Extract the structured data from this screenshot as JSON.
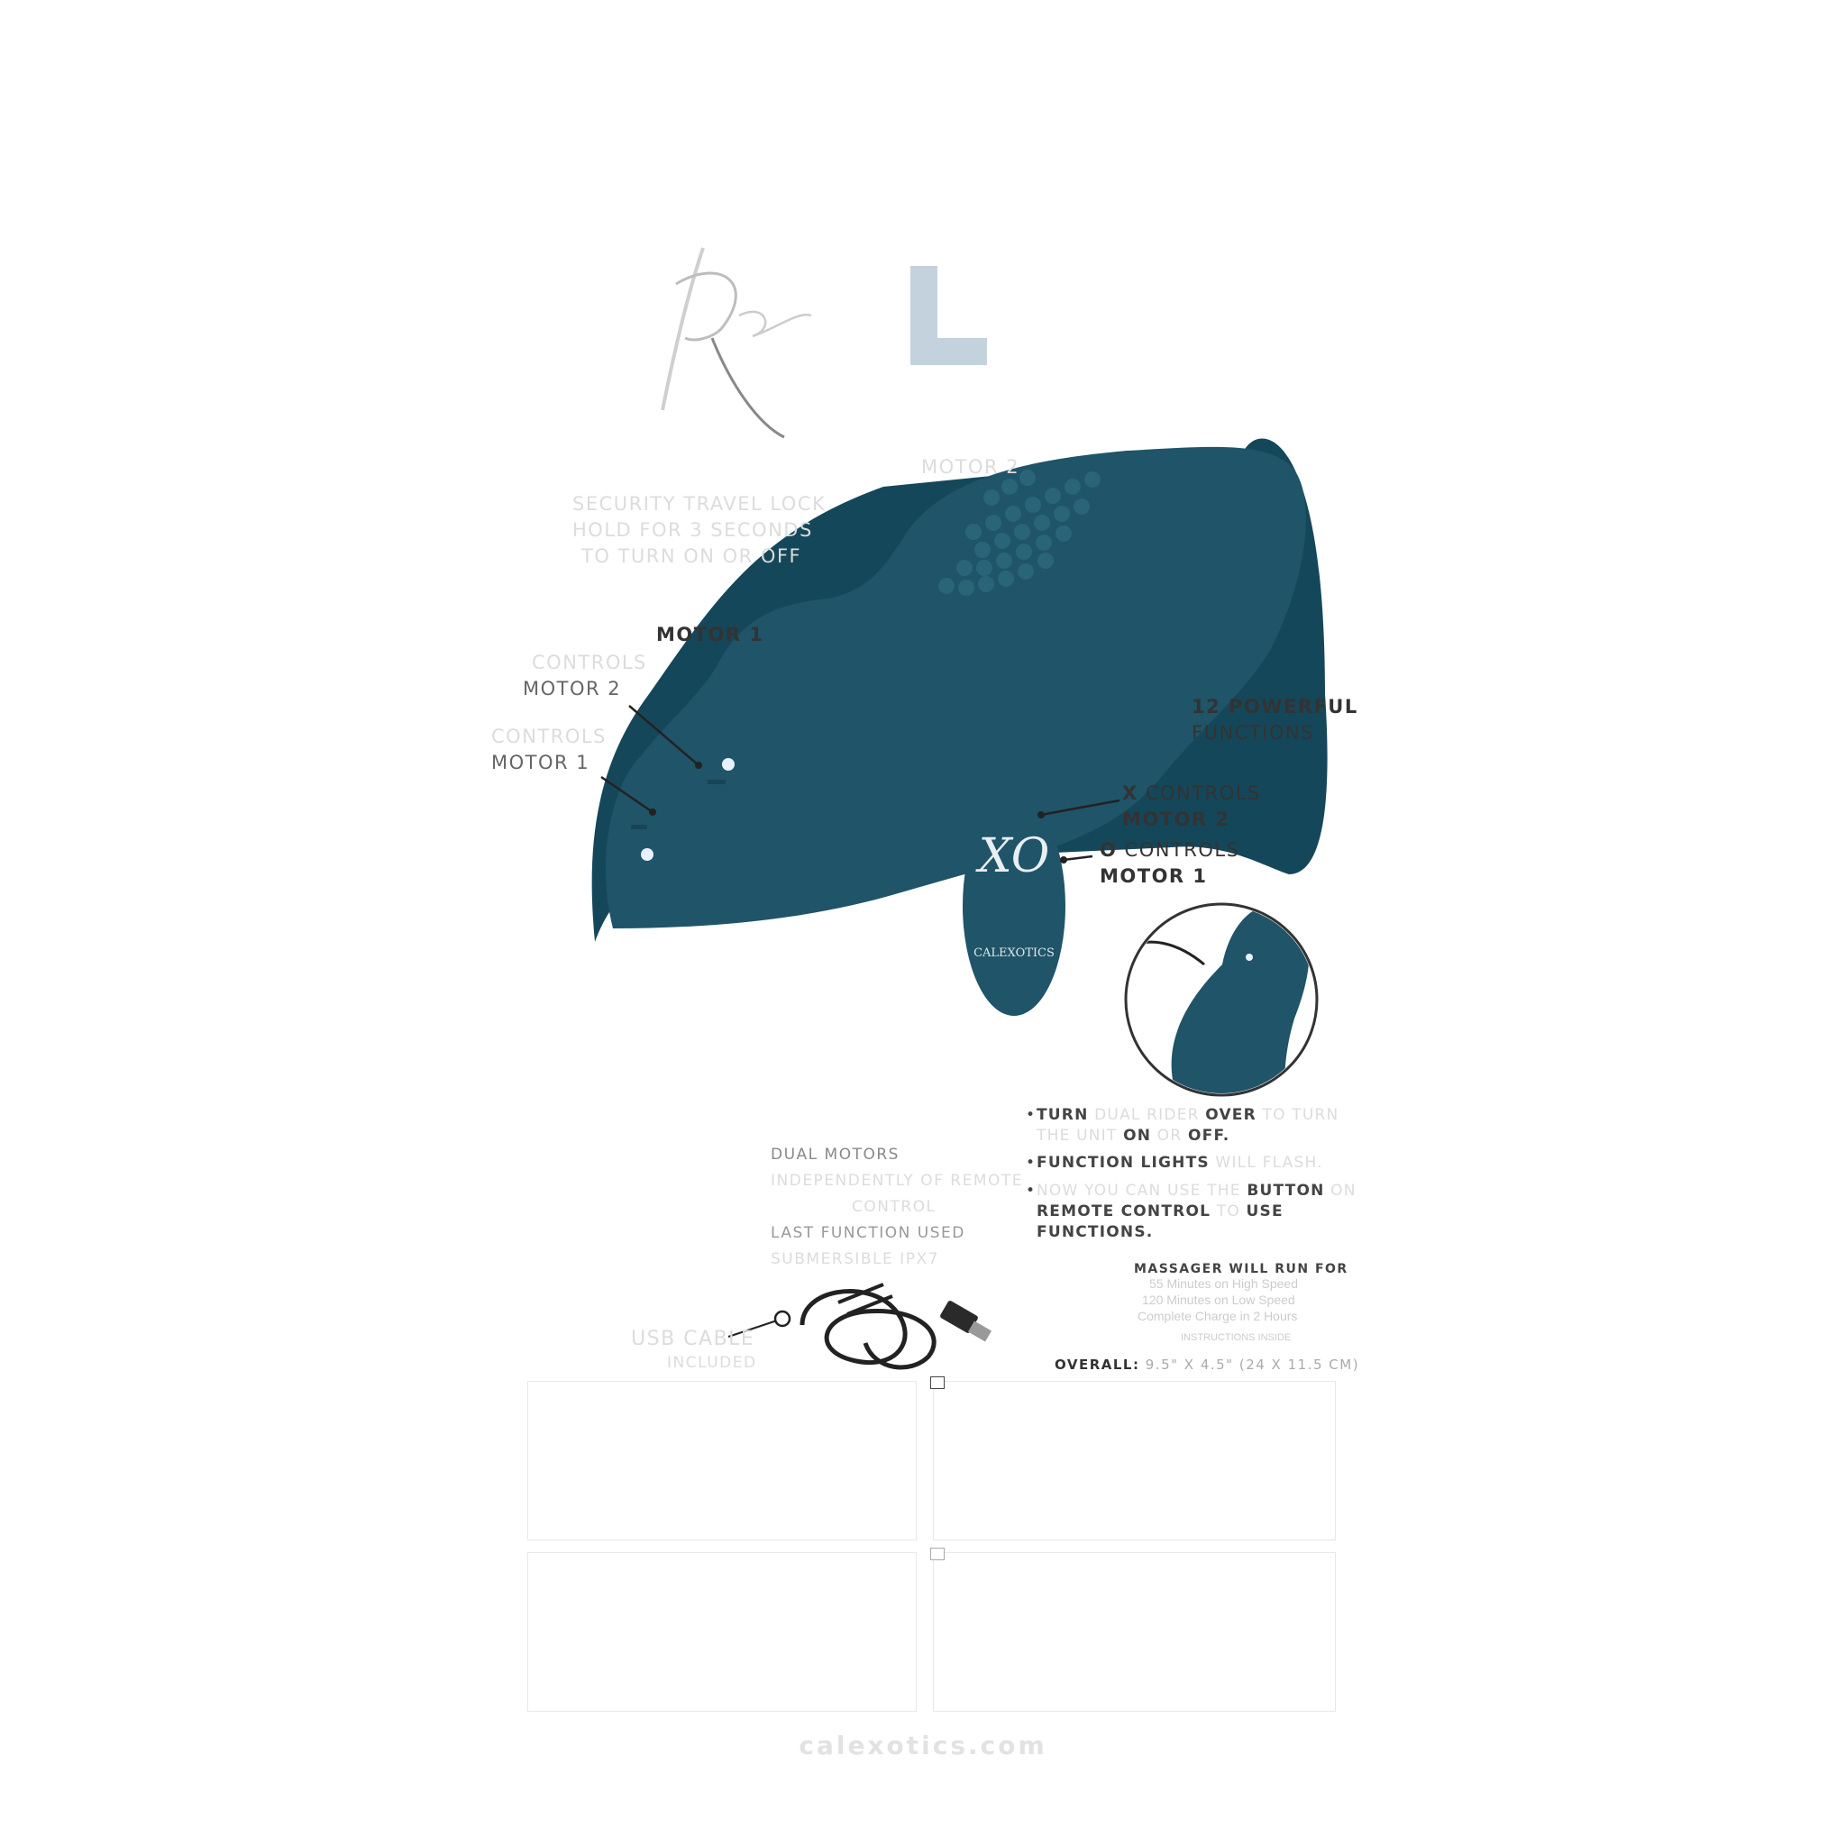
{
  "brand": {
    "logo_letter": "L",
    "website": "calexotics.com"
  },
  "callouts": {
    "motor2_top": "MOTOR 2",
    "travel_lock_line1": "SECURITY TRAVEL LOCK",
    "travel_lock_line2": "HOLD FOR 3 SECONDS",
    "travel_lock_line3": "TO TURN ON OR OFF",
    "motor1_top": "MOTOR 1",
    "controls_a": "CONTROLS",
    "motor2_left": "MOTOR 2",
    "controls_b": "CONTROLS",
    "motor1_left": "MOTOR 1",
    "functions_bold": "12 POWERFUL",
    "functions_rest": "FUNCTIONS",
    "x_key": "X",
    "x_controls": "CONTROLS",
    "x_motor": "MOTOR 2",
    "o_key": "O",
    "o_controls": "CONTROLS",
    "o_motor": "MOTOR 1"
  },
  "remote": {
    "monogram": "XO",
    "brand": "CALEXOTICS"
  },
  "features_right": [
    {
      "b1": "TURN",
      "t1": " DUAL RIDER ",
      "b2": "OVER",
      "t2": " TO TURN THE UNIT ",
      "b3": "ON",
      "t3": " OR ",
      "b4": "OFF."
    },
    {
      "b1": "FUNCTION LIGHTS",
      "t1": " WILL FLASH.",
      "b2": "",
      "t2": "",
      "b3": "",
      "t3": "",
      "b4": ""
    },
    {
      "b1": "",
      "t1": "NOW YOU CAN USE THE ",
      "b2": "BUTTON",
      "t2": " ON ",
      "b3": "REMOTE CONTROL",
      "t3": " TO ",
      "b4": "USE FUNCTIONS."
    }
  ],
  "features_left": {
    "line1": "DUAL MOTORS",
    "line2": "INDEPENDENTLY OF REMOTE",
    "line3": "CONTROL",
    "line4": "LAST FUNCTION USED",
    "line5": "SUBMERSIBLE IPX7"
  },
  "runtime": {
    "heading": "MASSAGER WILL RUN FOR",
    "line1": "55 Minutes on High Speed",
    "line2": "120 Minutes on Low Speed",
    "line3": "Complete Charge in 2 Hours",
    "note": "INSTRUCTIONS INSIDE"
  },
  "cable": {
    "label": "USB CABLE",
    "sublabel": "INCLUDED"
  },
  "overall": {
    "label": "OVERALL:",
    "value": "9.5\" X 4.5\" (24 X 11.5 CM)"
  },
  "colors": {
    "product": "#1f5469",
    "accent_text": "#333333"
  }
}
